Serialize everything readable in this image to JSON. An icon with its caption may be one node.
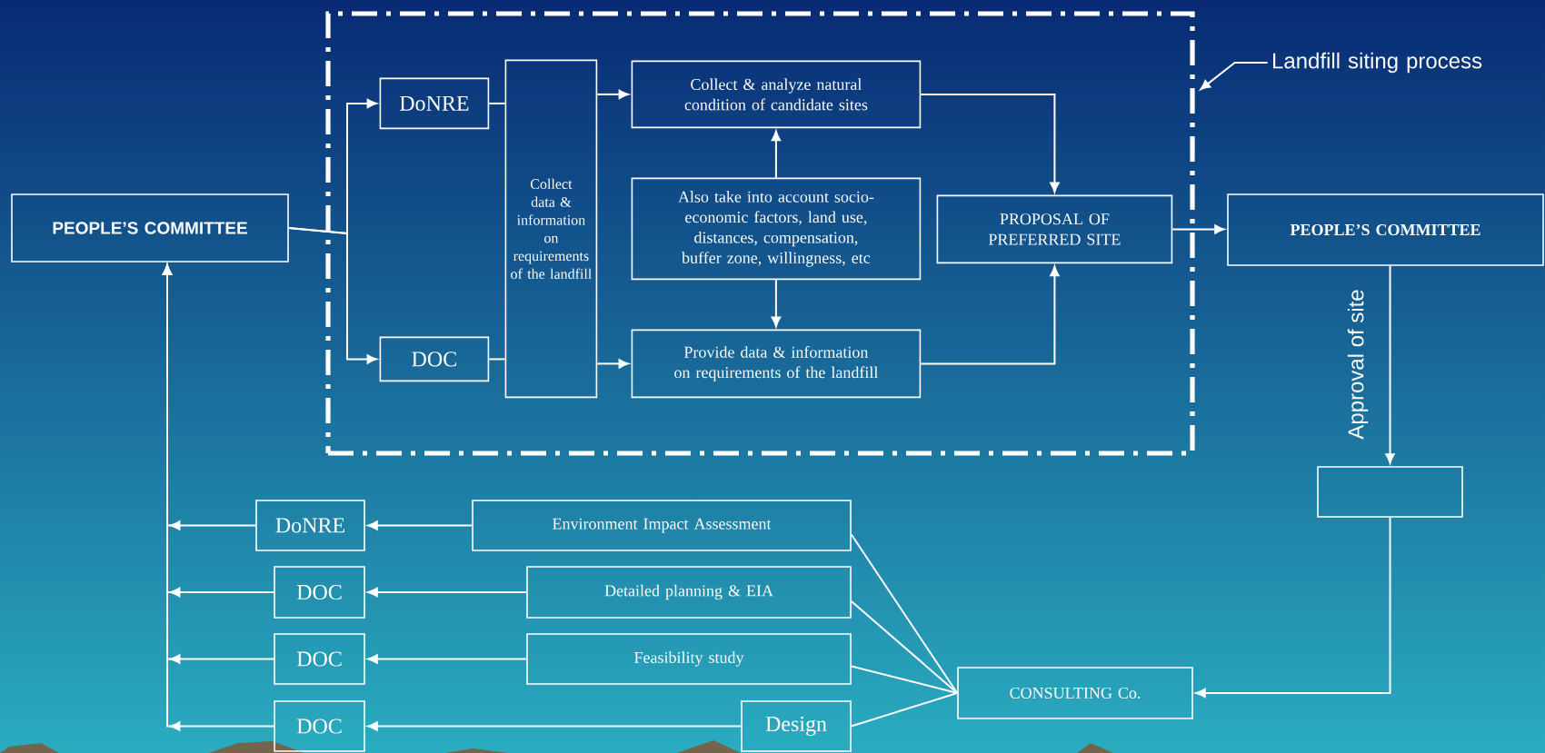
{
  "diagram": {
    "nodes": [
      {
        "text": [
          "PEOPLE’S COMMITTEE"
        ]
      },
      {
        "text": [],
        "shape": "box"
      },
      {
        "text": [
          "DoNRE"
        ],
        "in": 1
      },
      {
        "text": [
          "DOC"
        ],
        "in": 1
      },
      {
        "text": [
          "Collect data & information on requirements of the landfill"
        ],
        "in": 1
      },
      {
        "text": [
          "Collect & analyze natural condition of candidate sites"
        ],
        "in": 1
      },
      {
        "text": [
          "Also take into account socio-economic factors, land use, distances, compensation, buffer zone, willingness, etc"
        ],
        "in": 1
      },
      {
        "text": [
          "Provide data & information on requirements of the landfill"
        ],
        "in": 1
      },
      {
        "text": [
          "PROPOSAL OF PREFERRED SITE"
        ],
        "in": 1
      },
      {
        "text": [
          "Landfill siting process"
        ]
      },
      {
        "text": [
          "PEOPLE’S COMMITTEE"
        ]
      },
      {
        "text": [],
        "shape": "box"
      },
      {
        "text": [
          "Environment Impact Assessment"
        ]
      },
      {
        "text": [
          "Detailed planning & EIA"
        ]
      },
      {
        "text": [
          "Feasibility study"
        ]
      },
      {
        "text": [
          "Design"
        ]
      },
      {
        "text": [
          "CONSULTING Co."
        ]
      },
      {
        "text": [
          "DoNRE"
        ]
      },
      {
        "text": [
          "DOC"
        ]
      },
      {
        "text": [
          "DOC"
        ]
      },
      {
        "text": [
          "DOC"
        ]
      }
    ],
    "edges": [
      {
        "from": 0,
        "to": 2,
        "arrow": "to"
      },
      {
        "from": 0,
        "to": 3,
        "arrow": "to"
      },
      {
        "from": 2,
        "to": 4,
        "arrow": "none"
      },
      {
        "from": 3,
        "to": 4,
        "arrow": "none"
      },
      {
        "from": 4,
        "to": 5,
        "arrow": "to"
      },
      {
        "from": 4,
        "to": 7,
        "arrow": "to"
      },
      {
        "from": 6,
        "to": 5,
        "arrow": "to"
      },
      {
        "from": 6,
        "to": 7,
        "arrow": "to"
      },
      {
        "from": 5,
        "to": 8,
        "arrow": "to"
      },
      {
        "from": 7,
        "to": 8,
        "arrow": "to"
      },
      {
        "from": 8,
        "to": 10,
        "arrow": "to"
      },
      {
        "from": 10,
        "to": 11,
        "arrow": "to",
        "label": "Approval of site"
      },
      {
        "from": 9,
        "to": 1,
        "arrow": "to"
      },
      {
        "from": 11,
        "to": 16,
        "arrow": "to"
      },
      {
        "from": 16,
        "to": 12,
        "arrow": "none"
      },
      {
        "from": 16,
        "to": 13,
        "arrow": "none"
      },
      {
        "from": 16,
        "to": 14,
        "arrow": "none"
      },
      {
        "from": 16,
        "to": 15,
        "arrow": "none"
      },
      {
        "from": 12,
        "to": 17,
        "arrow": "to"
      },
      {
        "from": 13,
        "to": 18,
        "arrow": "to"
      },
      {
        "from": 14,
        "to": 19,
        "arrow": "to"
      },
      {
        "from": 15,
        "to": 20,
        "arrow": "to"
      },
      {
        "from": 17,
        "to": 0,
        "arrow": "to"
      },
      {
        "from": 18,
        "to": 0,
        "arrow": "to"
      },
      {
        "from": 19,
        "to": 0,
        "arrow": "to"
      },
      {
        "from": 20,
        "to": 0,
        "arrow": "to"
      }
    ]
  }
}
